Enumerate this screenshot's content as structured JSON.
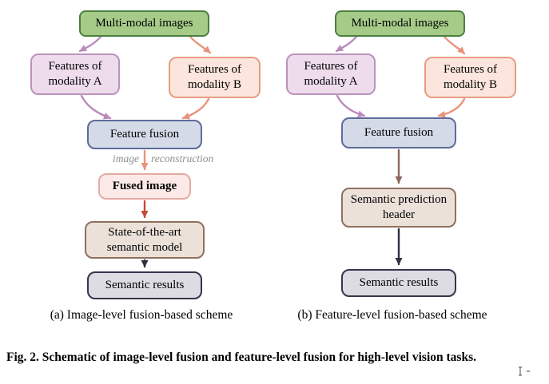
{
  "figure": {
    "panel_a": {
      "nodes": {
        "multimodal": "Multi-modal images",
        "features_a": "Features of modality A",
        "features_b": "Features of modality B",
        "fusion": "Feature fusion",
        "fused": "Fused image",
        "model": "State-of-the-art semantic model",
        "results": "Semantic results"
      },
      "arrow_label": {
        "left": "image",
        "right": "reconstruction"
      },
      "caption": "(a) Image-level fusion-based scheme"
    },
    "panel_b": {
      "nodes": {
        "multimodal": "Multi-modal images",
        "features_a": "Features of modality A",
        "features_b": "Features of modality B",
        "fusion": "Feature fusion",
        "header": "Semantic prediction header",
        "results": "Semantic results"
      },
      "caption": "(b) Feature-level fusion-based scheme"
    },
    "caption": {
      "label": "Fig. 2.",
      "text": "Schematic of image-level fusion and feature-level fusion for high-level vision tasks."
    },
    "colors": {
      "multimodal_fill": "#a6cb88",
      "multimodal_border": "#49803f",
      "features_a_fill": "#eedcec",
      "features_a_border": "#bc92be",
      "features_b_fill": "#fbe5dc",
      "features_b_border": "#e79d85",
      "fusion_fill": "#d5dae8",
      "fusion_border": "#5d6c99",
      "fused_fill": "#fbeae7",
      "fused_border": "#e6aba3",
      "semantic_fill": "#ece1d9",
      "semantic_border": "#8f705e",
      "results_fill": "#dcdce2",
      "results_border": "#35354b",
      "arrow_purple": "#bb8abb",
      "arrow_salmon": "#e8937b",
      "arrow_red": "#c44a38",
      "arrow_brown": "#8a695a",
      "arrow_dark": "#2f2f40",
      "edge_label_color": "#8f8f8f"
    }
  }
}
